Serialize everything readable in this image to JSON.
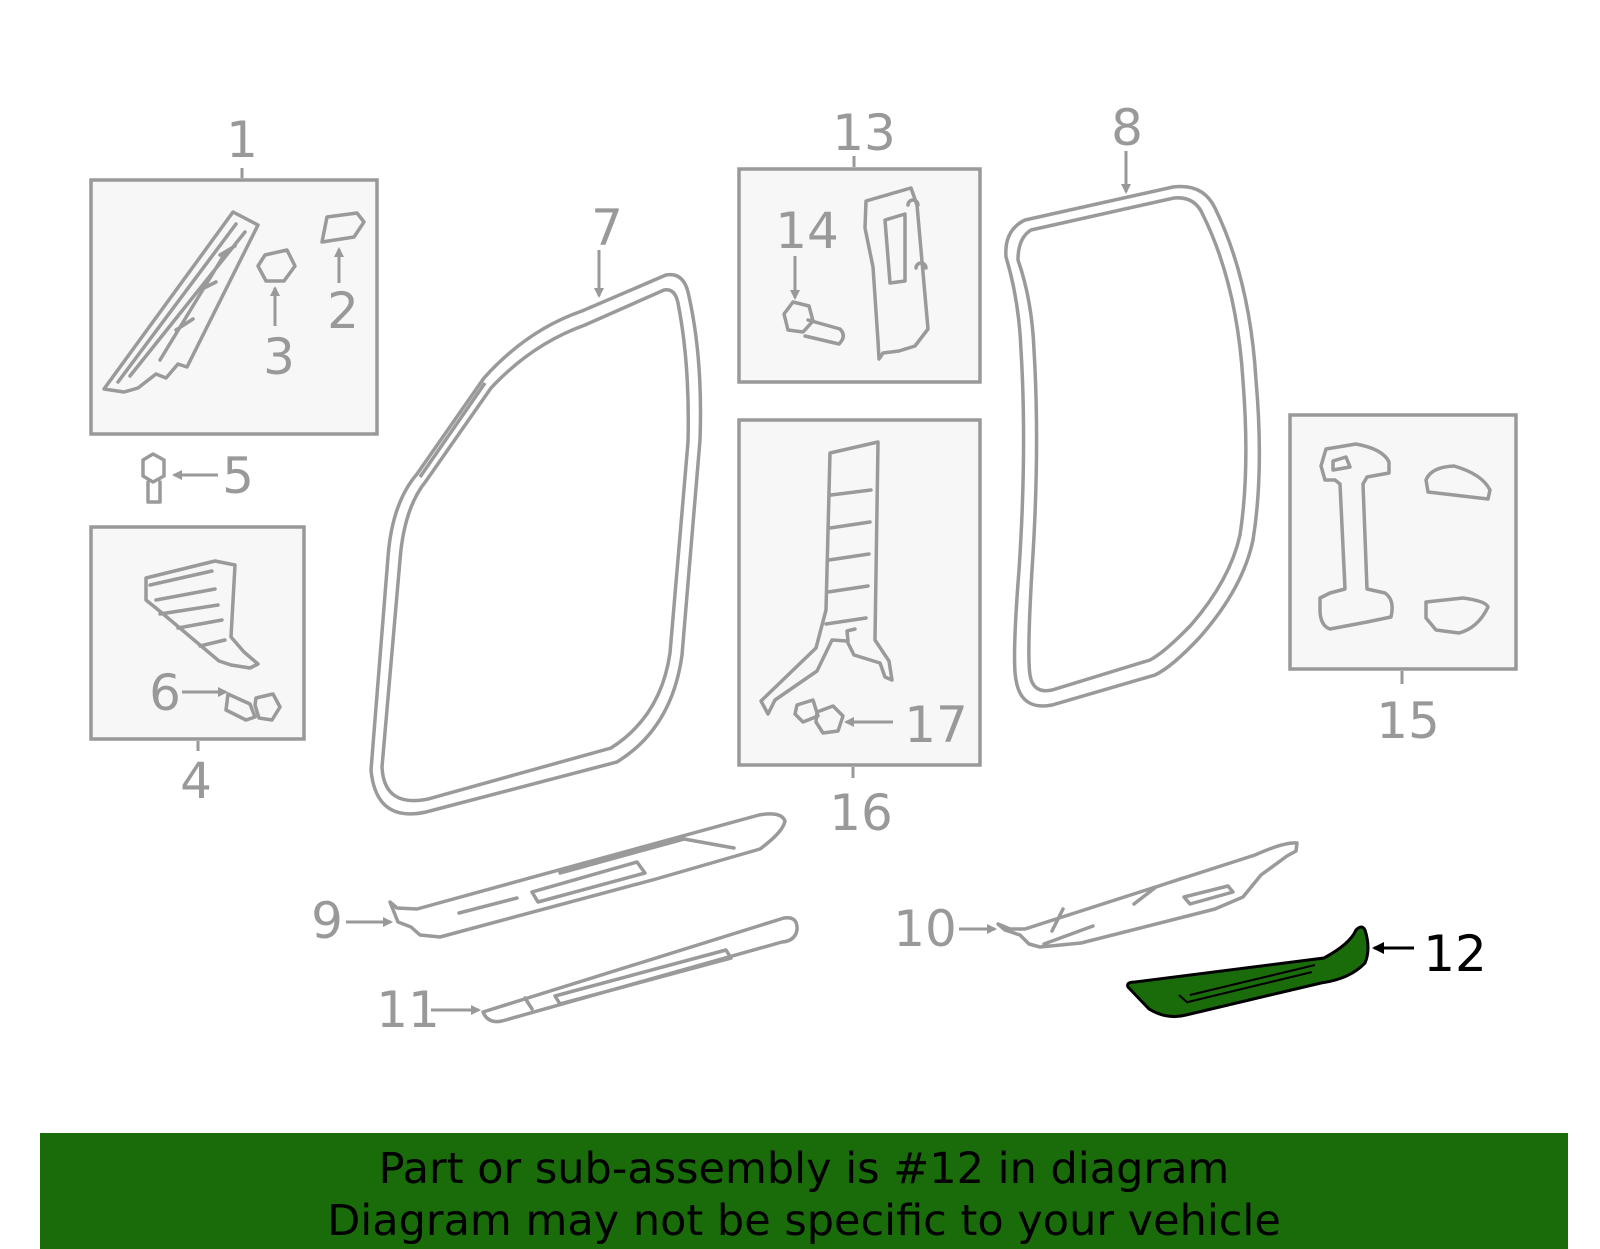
{
  "diagram": {
    "callouts": [
      "1",
      "2",
      "3",
      "4",
      "5",
      "6",
      "7",
      "8",
      "9",
      "10",
      "11",
      "12",
      "13",
      "14",
      "15",
      "16",
      "17"
    ],
    "highlighted_part": "12",
    "colors": {
      "line": "#999999",
      "box_fill": "#f7f7f7",
      "highlight": "#1a6b0a",
      "text_active": "#000000"
    }
  },
  "banner": {
    "line1": "Part or sub-assembly is #12 in diagram",
    "line2": "Diagram may not be specific to your vehicle",
    "background": "#1a6b0a"
  }
}
